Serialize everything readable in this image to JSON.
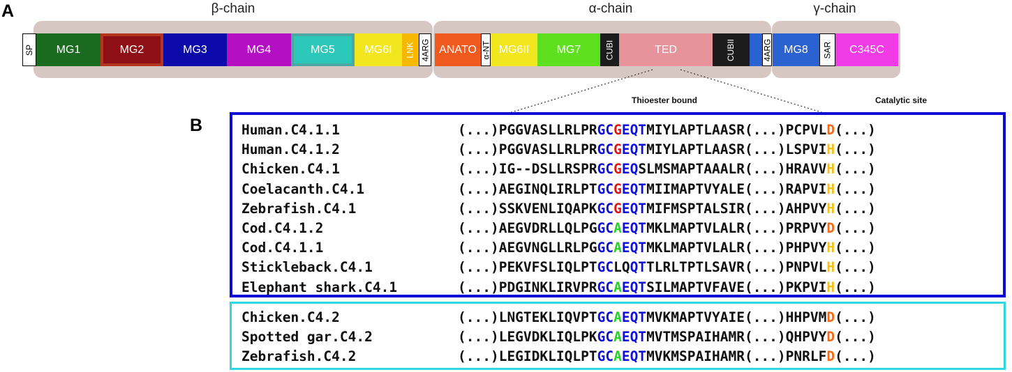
{
  "panels": {
    "a": "A",
    "b": "B"
  },
  "chains": [
    {
      "id": "beta",
      "label": "β-chain"
    },
    {
      "id": "alpha",
      "label": "α-chain"
    },
    {
      "id": "gamma",
      "label": "γ-chain"
    }
  ],
  "domains": [
    {
      "id": "sp",
      "label": "SP",
      "color": "#ffffff",
      "text_color": "#000000",
      "orientation": "vertical",
      "boxed": true
    },
    {
      "id": "mg1",
      "label": "MG1",
      "color": "#1a6b1f",
      "text_color": "#ffffff"
    },
    {
      "id": "mg2",
      "label": "MG2",
      "color": "#8f0f16",
      "text_color": "#ffffff",
      "border_color": "#b5361f"
    },
    {
      "id": "mg3",
      "label": "MG3",
      "color": "#0c0aa8",
      "text_color": "#ffffff"
    },
    {
      "id": "mg4",
      "label": "MG4",
      "color": "#b40fc2",
      "text_color": "#ffffff"
    },
    {
      "id": "mg5",
      "label": "MG5",
      "color": "#2cc9bb",
      "text_color": "#ffffff",
      "border_color": "#49a8a1"
    },
    {
      "id": "mg6i",
      "label": "MG6I",
      "color": "#f2e61e",
      "text_color": "#ffffff"
    },
    {
      "id": "lnk",
      "label": "LNK",
      "color": "#f7b800",
      "text_color": "#ffffff",
      "orientation": "vertical"
    },
    {
      "id": "4arg_1",
      "label": "4ARG",
      "color": "#ffffff",
      "text_color": "#000000",
      "orientation": "vertical",
      "boxed": true
    },
    {
      "id": "anato",
      "label": "ANATO",
      "color": "#f15a1f",
      "text_color": "#ffffff"
    },
    {
      "id": "alpha_nt",
      "label": "α-NT",
      "color": "#ffffff",
      "text_color": "#000000",
      "orientation": "vertical",
      "boxed": true
    },
    {
      "id": "mg6ii",
      "label": "MG6II",
      "color": "#f2e61e",
      "text_color": "#ffffff"
    },
    {
      "id": "mg7",
      "label": "MG7",
      "color": "#5ee01f",
      "text_color": "#ffffff"
    },
    {
      "id": "cubi_1",
      "label": "CUBI",
      "color": "#1c1c1c",
      "text_color": "#ffffff",
      "orientation": "vertical"
    },
    {
      "id": "ted",
      "label": "TED",
      "color": "#e6939b",
      "text_color": "#ffffff"
    },
    {
      "id": "cubi_2",
      "label": "CUBII",
      "color": "#1c1c1c",
      "text_color": "#ffffff",
      "orientation": "vertical"
    },
    {
      "id": "link_blue",
      "label": "",
      "color": "#2a63d1",
      "text_color": "#ffffff"
    },
    {
      "id": "4arg_2",
      "label": "4ARG",
      "color": "#ffffff",
      "text_color": "#000000",
      "orientation": "vertical",
      "boxed": true
    },
    {
      "id": "mg8",
      "label": "MG8",
      "color": "#2a63d1",
      "text_color": "#ffffff"
    },
    {
      "id": "sar",
      "label": "SAR",
      "color": "#ffffff",
      "text_color": "#000000",
      "orientation": "vertical",
      "boxed": true
    },
    {
      "id": "c345c",
      "label": "C345C",
      "color": "#f03be6",
      "text_color": "#ffffff"
    }
  ],
  "site_labels": {
    "thioester": "Thioester bound",
    "catalytic": "Catalytic site"
  },
  "groups": [
    {
      "id": "c4_1",
      "border_color": "#0b0bd6",
      "rows": [
        {
          "name": "Human.C4.1.1",
          "pre": "PGGVASLLRLPR",
          "m1": "GC",
          "m1c": "blue",
          "m2": "G",
          "m2c": "red",
          "m3": "EQT",
          "m3c": "blue",
          "post": "MIYLAPTLAASR",
          "cat_pre": "PCPVL",
          "cat_res": "D",
          "cat_c": "orange"
        },
        {
          "name": "Human.C4.1.2",
          "pre": "PGGVASLLRLPR",
          "m1": "GC",
          "m1c": "blue",
          "m2": "G",
          "m2c": "red",
          "m3": "EQT",
          "m3c": "blue",
          "post": "MIYLAPTLAASR",
          "cat_pre": "LSPVI",
          "cat_res": "H",
          "cat_c": "yellow"
        },
        {
          "name": "Chicken.C4.1",
          "pre": "IG--DSLLRSPR",
          "m1": "GC",
          "m1c": "blue",
          "m2": "G",
          "m2c": "red",
          "m3": "EQ",
          "m3c": "blue",
          "post": "SLMSMAPTAAALR",
          "cat_pre": "HRAVV",
          "cat_res": "H",
          "cat_c": "yellow"
        },
        {
          "name": "Coelacanth.C4.1",
          "pre": "AEGINQLIRLPT",
          "m1": "GC",
          "m1c": "blue",
          "m2": "G",
          "m2c": "red",
          "m3": "EQT",
          "m3c": "blue",
          "post": "MIIMAPTVYALE",
          "cat_pre": "RAPVI",
          "cat_res": "H",
          "cat_c": "yellow"
        },
        {
          "name": "Zebrafish.C4.1",
          "pre": "SSKVENLIQAPK",
          "m1": "GC",
          "m1c": "blue",
          "m2": "G",
          "m2c": "red",
          "m3": "EQT",
          "m3c": "blue",
          "post": "MIFMSPTALSIR",
          "cat_pre": "AHPVY",
          "cat_res": "H",
          "cat_c": "yellow"
        },
        {
          "name": "Cod.C4.1.2",
          "pre": "AEGVDRLLQLPG",
          "m1": "GC",
          "m1c": "blue",
          "m2": "A",
          "m2c": "green",
          "m3": "EQT",
          "m3c": "blue",
          "post": "MKLMAPTVLALR",
          "cat_pre": "PRPVY",
          "cat_res": "D",
          "cat_c": "orange"
        },
        {
          "name": "Cod.C4.1.1",
          "pre": "AEGVNGLLRLPG",
          "m1": "GC",
          "m1c": "blue",
          "m2": "A",
          "m2c": "green",
          "m3": "EQT",
          "m3c": "blue",
          "post": "MKLMAPTVLALR",
          "cat_pre": "PHPVY",
          "cat_res": "H",
          "cat_c": "yellow"
        },
        {
          "name": "Stickleback.C4.1",
          "pre": "PEKVFSLIQLPT",
          "m1": "GC",
          "m1c": "blue",
          "m2": "LQ",
          "m2c": "none",
          "m3": "QT",
          "m3c": "blue",
          "post": "TLRLTPTLSAVR",
          "cat_pre": "PNPVL",
          "cat_res": "H",
          "cat_c": "yellow"
        },
        {
          "name": "Elephant shark.C4.1",
          "pre": "PDGINKLIRVPR",
          "m1": "GC",
          "m1c": "blue",
          "m2": "A",
          "m2c": "green",
          "m3": "EQT",
          "m3c": "blue",
          "post": "SILMAPTVFAVE",
          "cat_pre": "PKPVI",
          "cat_res": "H",
          "cat_c": "yellow"
        }
      ]
    },
    {
      "id": "c4_2",
      "border_color": "#2fd8e0",
      "rows": [
        {
          "name": "Chicken.C4.2",
          "pre": "LNGTEKLIQVPT",
          "m1": "GC",
          "m1c": "blue",
          "m2": "A",
          "m2c": "green",
          "m3": "EQT",
          "m3c": "blue",
          "post": "MVKMAPTVYAIE",
          "cat_pre": "HHPVM",
          "cat_res": "D",
          "cat_c": "orange"
        },
        {
          "name": "Spotted gar.C4.2",
          "pre": "LEGVDKLIQLPK",
          "m1": "GC",
          "m1c": "blue",
          "m2": "A",
          "m2c": "green",
          "m3": "EQT",
          "m3c": "blue",
          "post": "MVTMSPAIHAMR",
          "cat_pre": "QHPVY",
          "cat_res": "D",
          "cat_c": "orange"
        },
        {
          "name": "Zebrafish.C4.2",
          "pre": "LEGIDKLIQLPT",
          "m1": "GC",
          "m1c": "blue",
          "m2": "A",
          "m2c": "green",
          "m3": "EQT",
          "m3c": "blue",
          "post": "MVKMSPAIHAMR",
          "cat_pre": "PNRLF",
          "cat_res": "D",
          "cat_c": "orange"
        }
      ]
    }
  ],
  "gap": "(...)"
}
